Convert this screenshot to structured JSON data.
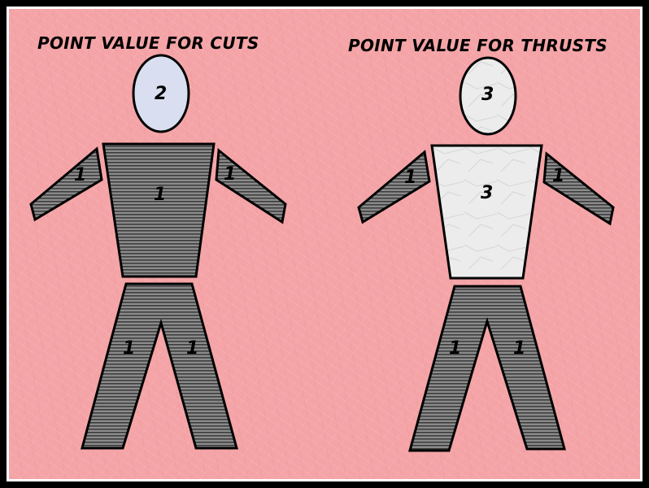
{
  "figures": [
    {
      "title": "POINT VALUE FOR CUTS",
      "values": {
        "head": "2",
        "torso": "1",
        "left_arm": "1",
        "right_arm": "1",
        "left_leg": "1",
        "right_leg": "1"
      },
      "colors": {
        "head": "#d9dff0",
        "torso": "striped-gray",
        "legs": "striped-gray",
        "arms": "striped-gray"
      }
    },
    {
      "title": "POINT VALUE FOR THRUSTS",
      "values": {
        "head": "3",
        "torso": "3",
        "left_arm": "1",
        "right_arm": "1",
        "left_leg": "1",
        "right_leg": "1"
      },
      "colors": {
        "head": "#eeeeee",
        "torso": "#ededed",
        "legs": "striped-gray",
        "arms": "striped-gray"
      }
    }
  ]
}
